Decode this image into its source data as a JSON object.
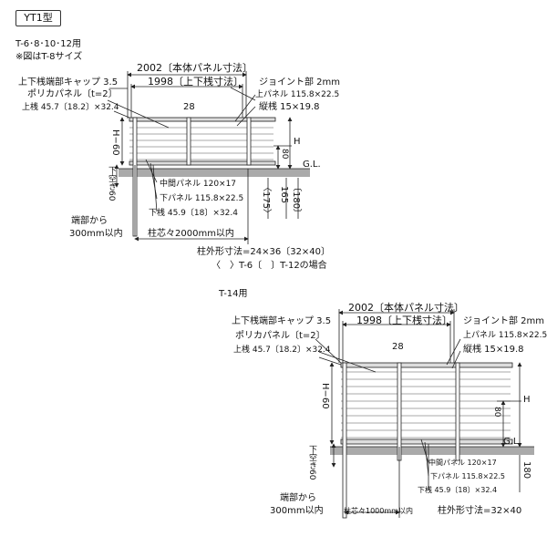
{
  "type_label": "YT1型",
  "d1": {
    "applies_to": "T-6･8･10･12用",
    "figure_note": "※図はT-8サイズ",
    "panel_width": "2002〔本体パネル寸法〕",
    "rail_width": "1998〔上下桟寸法〕",
    "end_cap": "上下桟端部キャップ 3.5",
    "joint": "ジョイント部 2mm",
    "poly_panel": "ポリカパネル〔t=2〕",
    "upper_panel": "上パネル 115.8×22.5",
    "top_rail": "上桟 45.7〔18.2〕×32.4",
    "vertical_rail": "縦桟 15×19.8",
    "post_gap": "28",
    "height_label": "H−60",
    "h_label": "H",
    "dim_80": "80",
    "ground_level": "G.L.",
    "middle_panel": "中間パネル 120×17",
    "lower_panel": "下パネル 115.8×22.5",
    "bottom_rail": "下桟 45.9〔18〕×32.4",
    "underfloor": "下空き60",
    "dim_175": "〈175〉",
    "dim_165": "165",
    "dim_180": "〔180〕",
    "end_offset_1": "端部から",
    "end_offset_2": "300mm以内",
    "post_pitch": "柱芯々2000mm以内",
    "post_size": "柱外形寸法=24×36〔32×40〕",
    "post_size_note": "〈　〉T-6〔　〕T-12の場合"
  },
  "d2": {
    "applies_to": "T-14用",
    "panel_width": "2002〔本体パネル寸法〕",
    "rail_width": "1998〔上下桟寸法〕",
    "end_cap": "上下桟端部キャップ 3.5",
    "joint": "ジョイント部 2mm",
    "poly_panel": "ポリカパネル〔t=2〕",
    "upper_panel": "上パネル 115.8×22.5",
    "top_rail": "上桟 45.7〔18.2〕×32.4",
    "vertical_rail": "縦桟 15×19.8",
    "post_gap": "28",
    "height_label": "H−60",
    "h_label": "H",
    "dim_80": "80",
    "ground_level": "G.L.",
    "middle_panel": "中間パネル 120×17",
    "lower_panel": "下パネル 115.8×22.5",
    "bottom_rail": "下桟 45.9〔18〕×32.4",
    "underfloor": "下空き60",
    "dim_180": "180",
    "end_offset_1": "端部から",
    "end_offset_2": "300mm以内",
    "post_pitch": "柱芯々1000mm以内",
    "post_size": "柱外形寸法=32×40"
  }
}
